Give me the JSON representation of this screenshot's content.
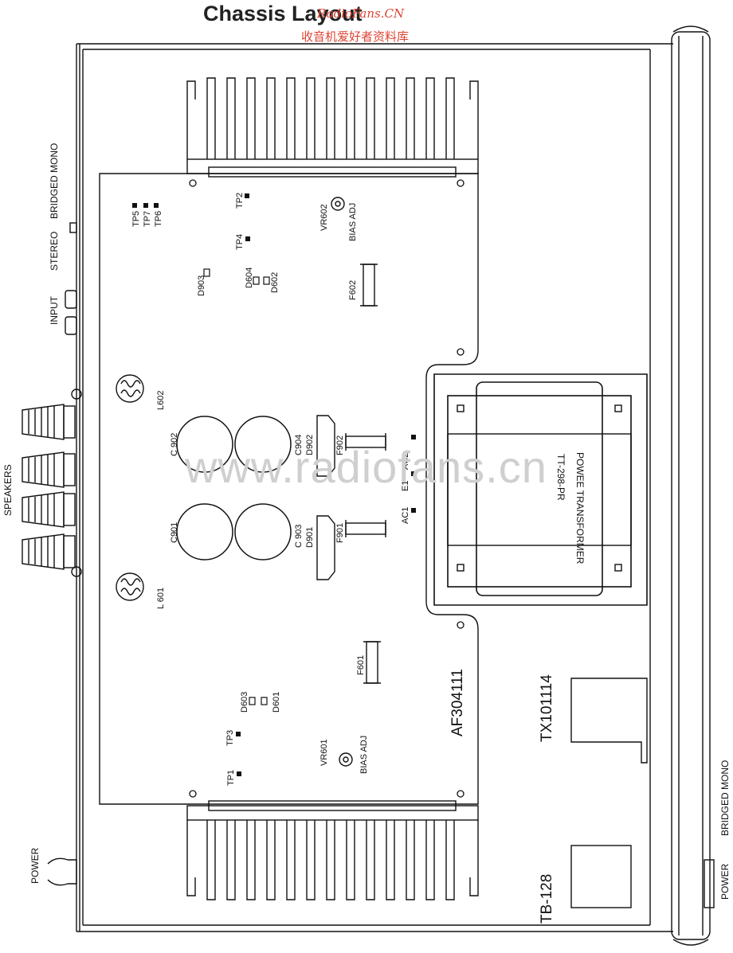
{
  "title": "Chassis Layout",
  "watermark": {
    "site": "RadioFans.CN",
    "cn": "收音机爱好者资料库",
    "url": "www.radiofans.cn"
  },
  "labels": {
    "input": "INPUT",
    "stereo": "STEREO",
    "bridged_mono": "BRIDGED MONO",
    "speakers": "SPEAKERS",
    "power": "POWER",
    "power_bottom": "POWER",
    "bridged_mono_bottom": "BRIDGED MONO",
    "tp5": "TP5",
    "tp7": "TP7",
    "tp6": "TP6",
    "tp2": "TP2",
    "tp4": "TP4",
    "vr602": "VR602",
    "bias_adj_top": "BIAS ADJ",
    "d903": "D903",
    "d604": "D604",
    "d602": "D602",
    "f602": "F602",
    "l602": "L602",
    "l601": "L 601",
    "c902": "C 902",
    "c904": "C904",
    "d902": "D902",
    "f902": "F902",
    "c901": "C901",
    "c903": "C 903",
    "d901": "D901",
    "f901": "F901",
    "ac2": "AC2",
    "e1": "E1",
    "ac1": "AC1",
    "transformer_model": "TT-298-PR",
    "transformer_name": "POWEE TRANSFORMER",
    "f601": "F601",
    "d603": "D603",
    "d601": "D601",
    "tp3": "TP3",
    "tp1": "TP1",
    "vr601": "VR601",
    "bias_adj_bottom": "BIAS ADJ",
    "board": "AF304111",
    "tx": "TX101114",
    "tb": "TB-128"
  }
}
